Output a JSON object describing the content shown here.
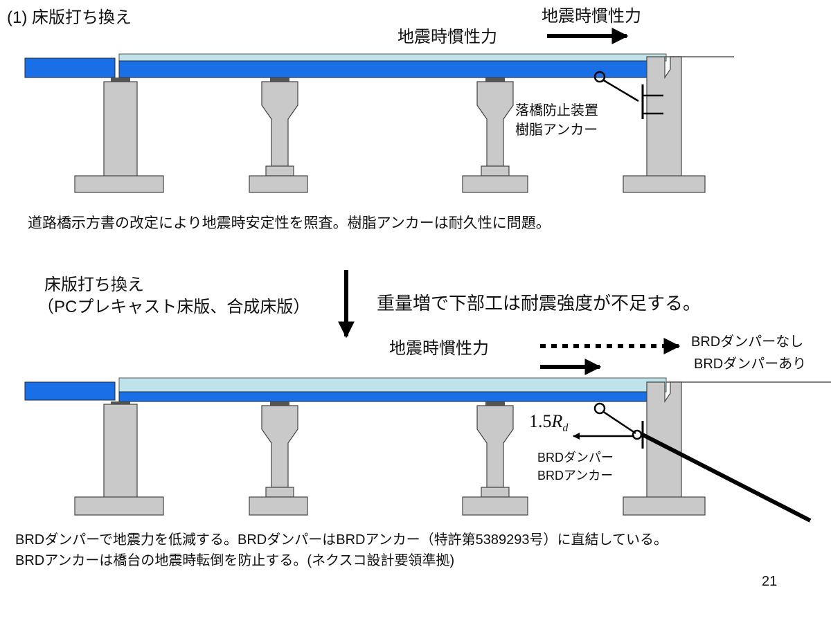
{
  "slide": {
    "title": "(1) 床版打ち換え",
    "page_number": "21"
  },
  "top_diagram": {
    "force_label_arrow": "地震時慣性力",
    "force_label_deck": "地震時慣性力",
    "device_label_1": "落橋防止装置",
    "device_label_2": "樹脂アンカー"
  },
  "note_1": "道路橋示方書の改定により地震時安定性を照査。樹脂アンカーは耐久性に問題。",
  "transition": {
    "label_1": "床版打ち換え",
    "label_2": "（PCプレキャスト床版、合成床版）",
    "consequence": "重量増で下部工は耐震強度が不足する。"
  },
  "bottom_diagram": {
    "force_label": "地震時慣性力",
    "legend_without": "BRDダンパーなし",
    "legend_with": "BRDダンパーあり",
    "force_symbol": "1.5",
    "force_symbol_var": "R",
    "force_symbol_sub": "d",
    "device_label_1": "BRDダンパー",
    "device_label_2": "BRDアンカー"
  },
  "note_2": {
    "line_1": "BRDダンパーで地震力を低減する。BRDダンパーはBRDアンカー（特許第5389293号）に直結している。",
    "line_2": "BRDアンカーは橋台の地震時転倒を防止する。(ネクスコ設計要領準拠)"
  },
  "colors": {
    "girder_blue": "#1a6fe6",
    "deck_light": "#bfe3ea",
    "pier_gray": "#c9c9c9",
    "outline": "#333333",
    "arrow": "#000000"
  }
}
